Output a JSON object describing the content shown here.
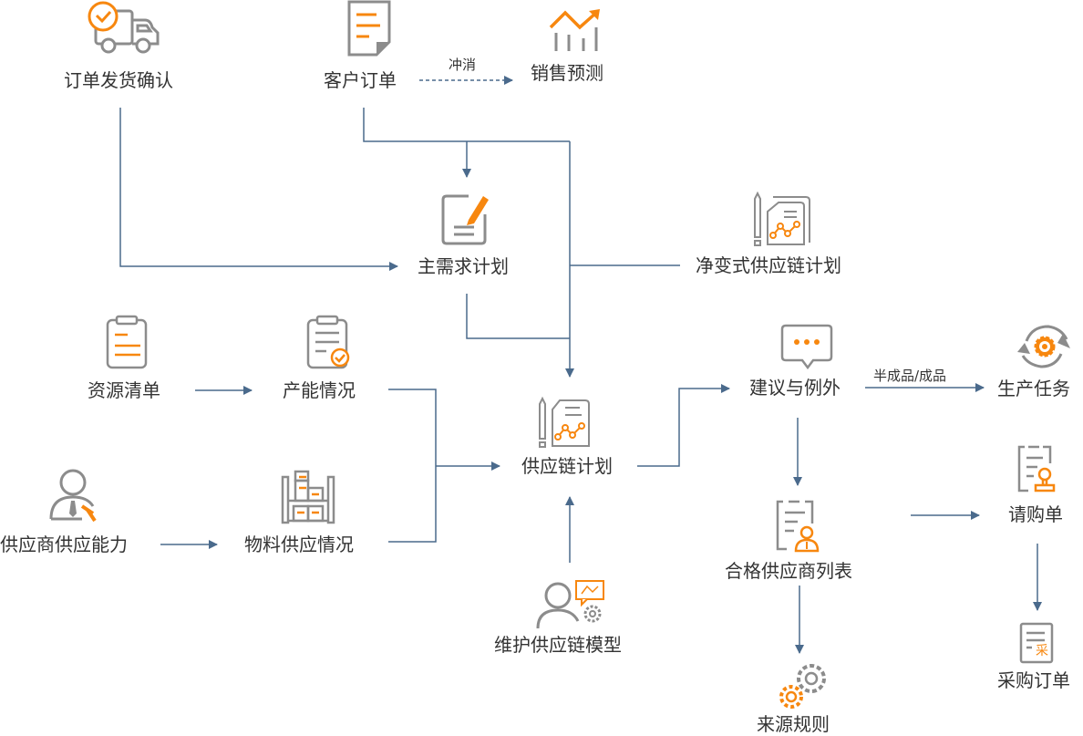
{
  "diagram": {
    "colors": {
      "accent": "#f7870f",
      "icon_gray": "#8c8c8c",
      "line": "#4a6a8c",
      "text": "#333333"
    },
    "nodes": {
      "order_ship_confirm": {
        "label": "订单发货确认",
        "icon": "truck-check-icon"
      },
      "customer_order": {
        "label": "客户订单",
        "icon": "document-icon"
      },
      "sales_forecast": {
        "label": "销售预测",
        "icon": "trend-chart-icon"
      },
      "master_demand_plan": {
        "label": "主需求计划",
        "icon": "edit-note-icon"
      },
      "net_change_scp": {
        "label": "净变式供应链计划",
        "icon": "plan-chart-icon"
      },
      "resource_list": {
        "label": "资源清单",
        "icon": "clipboard-icon"
      },
      "capacity_status": {
        "label": "产能情况",
        "icon": "clipboard-check-icon"
      },
      "supplier_capacity": {
        "label": "供应商供应能力",
        "icon": "person-hammer-icon"
      },
      "material_supply": {
        "label": "物料供应情况",
        "icon": "shelf-boxes-icon"
      },
      "supply_chain_plan": {
        "label": "供应链计划",
        "icon": "plan-chart-icon"
      },
      "maintain_sc_model": {
        "label": "维护供应链模型",
        "icon": "person-gear-chart-icon"
      },
      "suggestion_exception": {
        "label": "建议与例外",
        "icon": "chat-bubble-icon"
      },
      "production_task": {
        "label": "生产任务",
        "icon": "gear-cycle-icon"
      },
      "qualified_supplier_list": {
        "label": "合格供应商列表",
        "icon": "list-person-icon"
      },
      "sourcing_rules": {
        "label": "来源规则",
        "icon": "gears-icon"
      },
      "purchase_requisition": {
        "label": "请购单",
        "icon": "list-stamp-icon"
      },
      "purchase_order": {
        "label": "采购订单",
        "icon": "purchase-doc-icon",
        "badge": "采"
      }
    },
    "edge_labels": {
      "offset": "冲消",
      "semi_finished": "半成品/成品"
    }
  }
}
